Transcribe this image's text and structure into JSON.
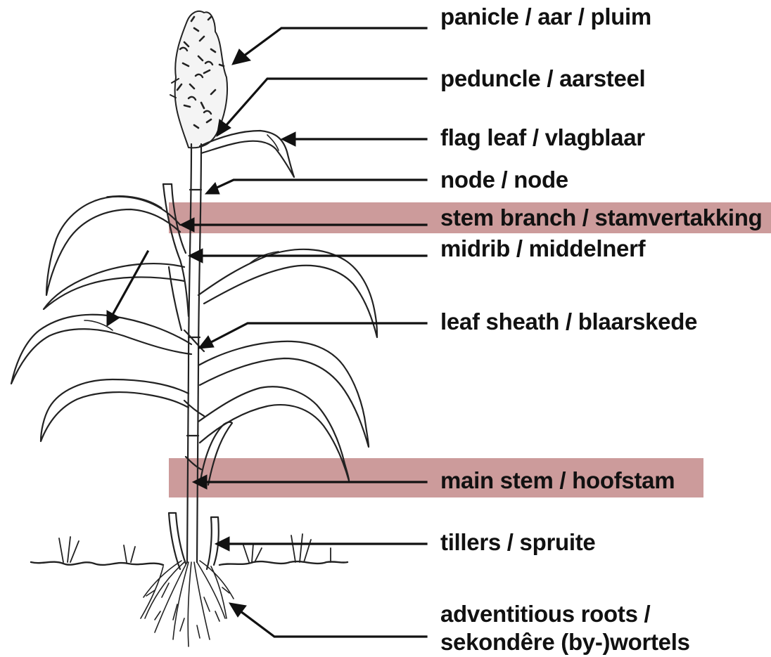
{
  "diagram": {
    "labels": {
      "panicle": "panicle / aar / pluim",
      "peduncle": "peduncle / aarsteel",
      "flag_leaf": "flag leaf / vlagblaar",
      "node": "node / node",
      "stem_branch": "stem branch / stamvertakking",
      "midrib": "midrib / middelnerf",
      "leaf_sheath": "leaf sheath / blaarskede",
      "main_stem": "main stem / hoofstam",
      "tillers": "tillers / spruite",
      "roots_line1": "adventitious roots /",
      "roots_line2": "sekondêre (by-)wortels"
    },
    "highlighted": [
      "stem_branch",
      "main_stem"
    ],
    "colors": {
      "highlight": "#cc9b9b",
      "ink": "#111111",
      "background": "#ffffff"
    }
  }
}
